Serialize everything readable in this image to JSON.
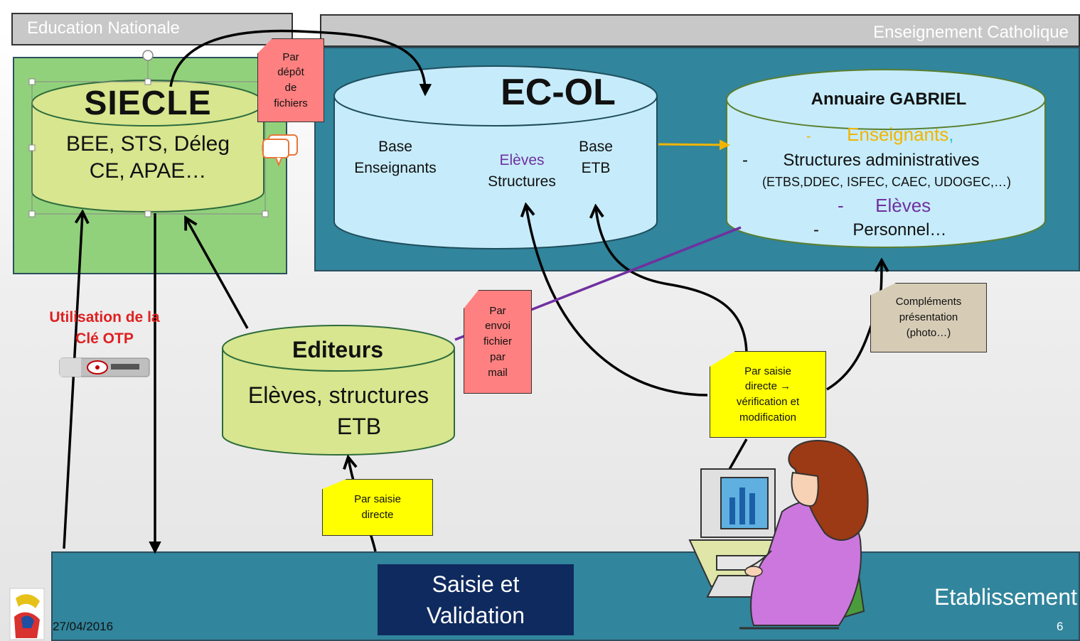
{
  "header": {
    "left_title": "Education Nationale",
    "right_title": "Enseignement Catholique"
  },
  "siecle": {
    "title": "SIECLE",
    "line1": "BEE, STS, Déleg",
    "line2": "CE, APAE…"
  },
  "ecol": {
    "title": "EC-OL",
    "base_enseignants": "Base\nEnseignants",
    "eleves": "Elèves",
    "structures": "Structures",
    "base_etb": "Base\nETB"
  },
  "gabriel": {
    "title": "Annuaire GABRIEL",
    "enseignants_dash": "-",
    "enseignants": "Enseignants",
    "enseignants_comma": ",",
    "structures_dash": "-",
    "structures": "Structures administratives",
    "structures_detail": "(ETBS,DDEC, ISFEC, CAEC, UDOGEC,…)",
    "eleves_dash": "-",
    "eleves": "Elèves",
    "personnel_dash": "-",
    "personnel": "Personnel…"
  },
  "editeurs": {
    "title": "Editeurs",
    "line1": "Elèves, structures",
    "line2": "ETB"
  },
  "notes": {
    "depot_fichiers": "Par\ndépôt\nde\nfichiers",
    "envoi_mail": "Par\nenvoi\nfichier\npar\nmail",
    "saisie_verif": "Par saisie\ndirecte →\nvérification et\nmodification",
    "complements": "Compléments\nprésentation\n(photo…)",
    "saisie_directe": "Par saisie\ndirecte"
  },
  "otp": {
    "line1": "Utilisation de la",
    "line2": "Clé OTP"
  },
  "bottom": {
    "saisie_validation": "Saisie et\nValidation",
    "etablissement": "Etablissement",
    "date": "27/04/2016",
    "page_number": "6"
  },
  "colors": {
    "green_zone": "#92d17c",
    "teal_zone": "#31859c",
    "cyl_yellow": "#d7e68f",
    "cyl_blue": "#c6ecfb",
    "note_pink": "#ff8080",
    "note_yellow": "#ffff00",
    "note_tan": "#d6ccb6",
    "navy": "#0f2a5e",
    "orange": "#f2b400",
    "purple": "#7030a0",
    "red": "#e02020"
  }
}
